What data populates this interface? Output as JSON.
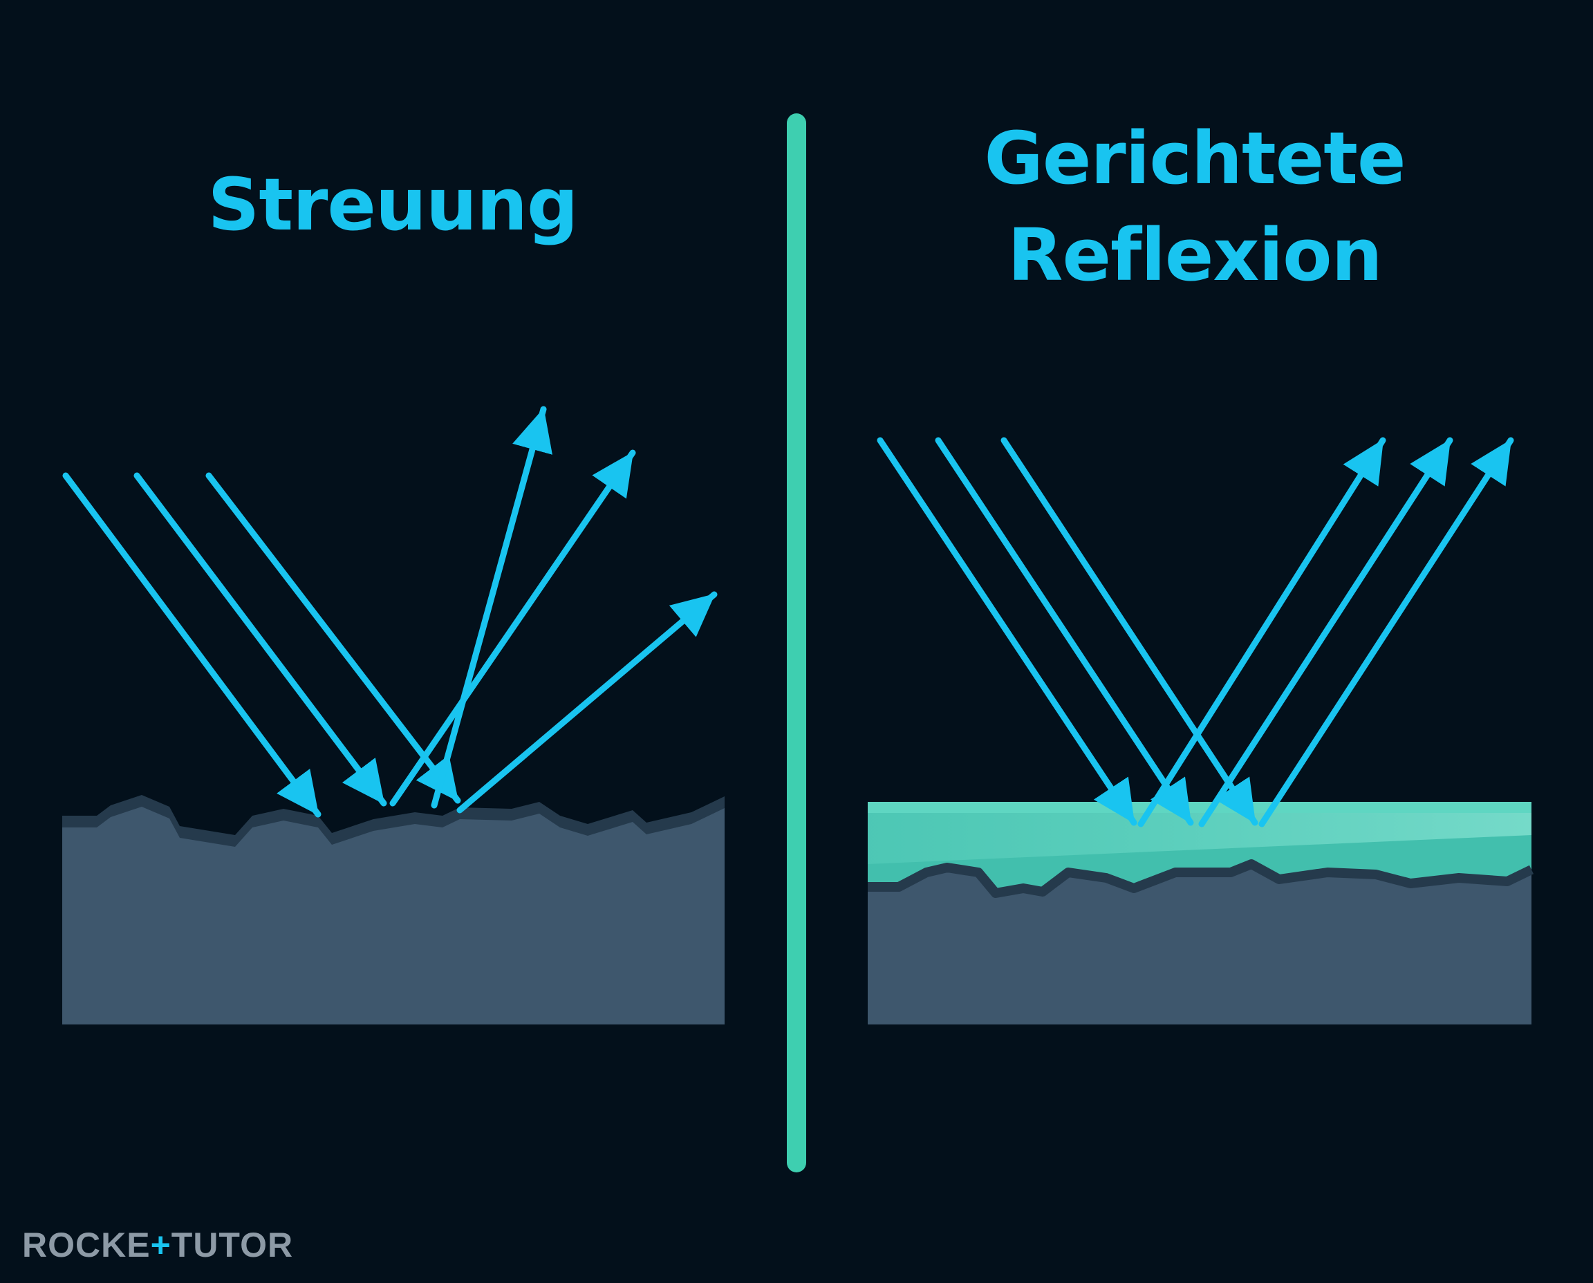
{
  "colors": {
    "background": "#03101b",
    "arrow": "#19c4f0",
    "title": "#19c4f0",
    "divider": "#3ecfb0",
    "material": "#3e576d",
    "material_edge": "#253a4c",
    "coating": "#42bfad",
    "coating_highlight": "#5fd6c2",
    "logo": "#8d9aa6",
    "logo_accent": "#19c4f0"
  },
  "left_panel": {
    "title": "Streuung",
    "icon": "diffuse-reflection-rough-surface"
  },
  "right_panel": {
    "title_line1": "Gerichtete",
    "title_line2": "Reflexion",
    "icon": "specular-reflection-coated-surface"
  },
  "logo": {
    "part1": "ROCKE",
    "part2": "TUTO",
    "part3": "R"
  }
}
